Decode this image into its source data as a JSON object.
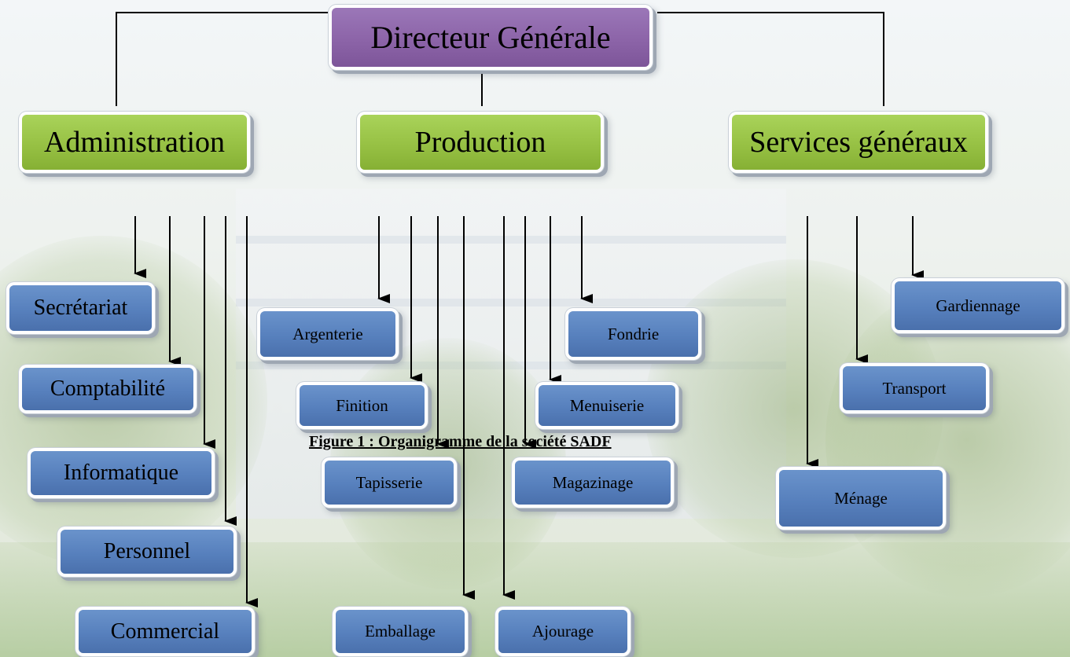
{
  "top": {
    "label": "Directeur Générale"
  },
  "departments": {
    "administration": "Administration",
    "production": "Production",
    "services": "Services généraux"
  },
  "administration_units": [
    "Secrétariat",
    "Comptabilité",
    "Informatique",
    "Personnel",
    "Commercial"
  ],
  "production_units": [
    "Argenterie",
    "Fondrie",
    "Finition",
    "Menuiserie",
    "Tapisserie",
    "Magazinage",
    "Emballage",
    "Ajourage"
  ],
  "services_units": [
    "Gardiennage",
    "Transport",
    "Ménage"
  ],
  "caption": "Figure 1 : Organigramme de la société SADF",
  "colors": {
    "top": "#8c64a8",
    "department": "#97c144",
    "unit": "#5780bd"
  }
}
